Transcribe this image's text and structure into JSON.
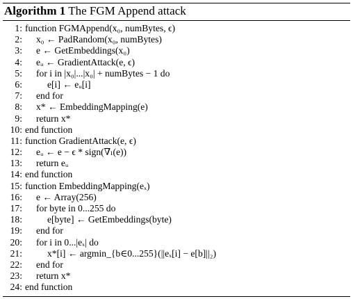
{
  "caption": {
    "label": "Algorithm 1",
    "title": "The FGM Append attack"
  },
  "lines": [
    {
      "num": "1:",
      "level": 0,
      "text": "function FGMAppend(x₀, numBytes, ϵ)"
    },
    {
      "num": "2:",
      "level": 1,
      "text": "x₀ ← PadRandom(x₀, numBytes)"
    },
    {
      "num": "3:",
      "level": 1,
      "text": "e ← GetEmbeddings(x₀)"
    },
    {
      "num": "4:",
      "level": 1,
      "text": "eᵤ ← GradientAttack(e, ϵ)"
    },
    {
      "num": "5:",
      "level": 1,
      "text": "for i in |x₀|...|x₀| + numBytes − 1 do"
    },
    {
      "num": "6:",
      "level": 2,
      "text": "e[i] ← eᵤ[i]"
    },
    {
      "num": "7:",
      "level": 1,
      "text": "end for"
    },
    {
      "num": "8:",
      "level": 1,
      "text": "x* ← EmbeddingMapping(e)"
    },
    {
      "num": "9:",
      "level": 1,
      "text": "return x*"
    },
    {
      "num": "10:",
      "level": 0,
      "text": "end function"
    },
    {
      "num": "11:",
      "level": 0,
      "text": "function GradientAttack(e, ϵ)"
    },
    {
      "num": "12:",
      "level": 1,
      "text": "eᵤ ← e − ϵ * sign(∇ₗ(e))"
    },
    {
      "num": "13:",
      "level": 1,
      "text": "return eᵤ"
    },
    {
      "num": "14:",
      "level": 0,
      "text": "end function"
    },
    {
      "num": "15:",
      "level": 0,
      "text": "function EmbeddingMapping(eₓ)"
    },
    {
      "num": "16:",
      "level": 1,
      "text": "e ← Array(256)"
    },
    {
      "num": "17:",
      "level": 1,
      "text": "for byte in 0...255 do"
    },
    {
      "num": "18:",
      "level": 2,
      "text": "e[byte] ← GetEmbeddings(byte)"
    },
    {
      "num": "19:",
      "level": 1,
      "text": "end for"
    },
    {
      "num": "20:",
      "level": 1,
      "text": "for i in 0...|eₓ| do"
    },
    {
      "num": "21:",
      "level": 2,
      "text": "x*[i] ← argmin_{b∈0...255}(||eₓ[i] − e[b]||₂)"
    },
    {
      "num": "22:",
      "level": 1,
      "text": "end for"
    },
    {
      "num": "23:",
      "level": 1,
      "text": "return x*"
    },
    {
      "num": "24:",
      "level": 0,
      "text": "end function"
    }
  ]
}
